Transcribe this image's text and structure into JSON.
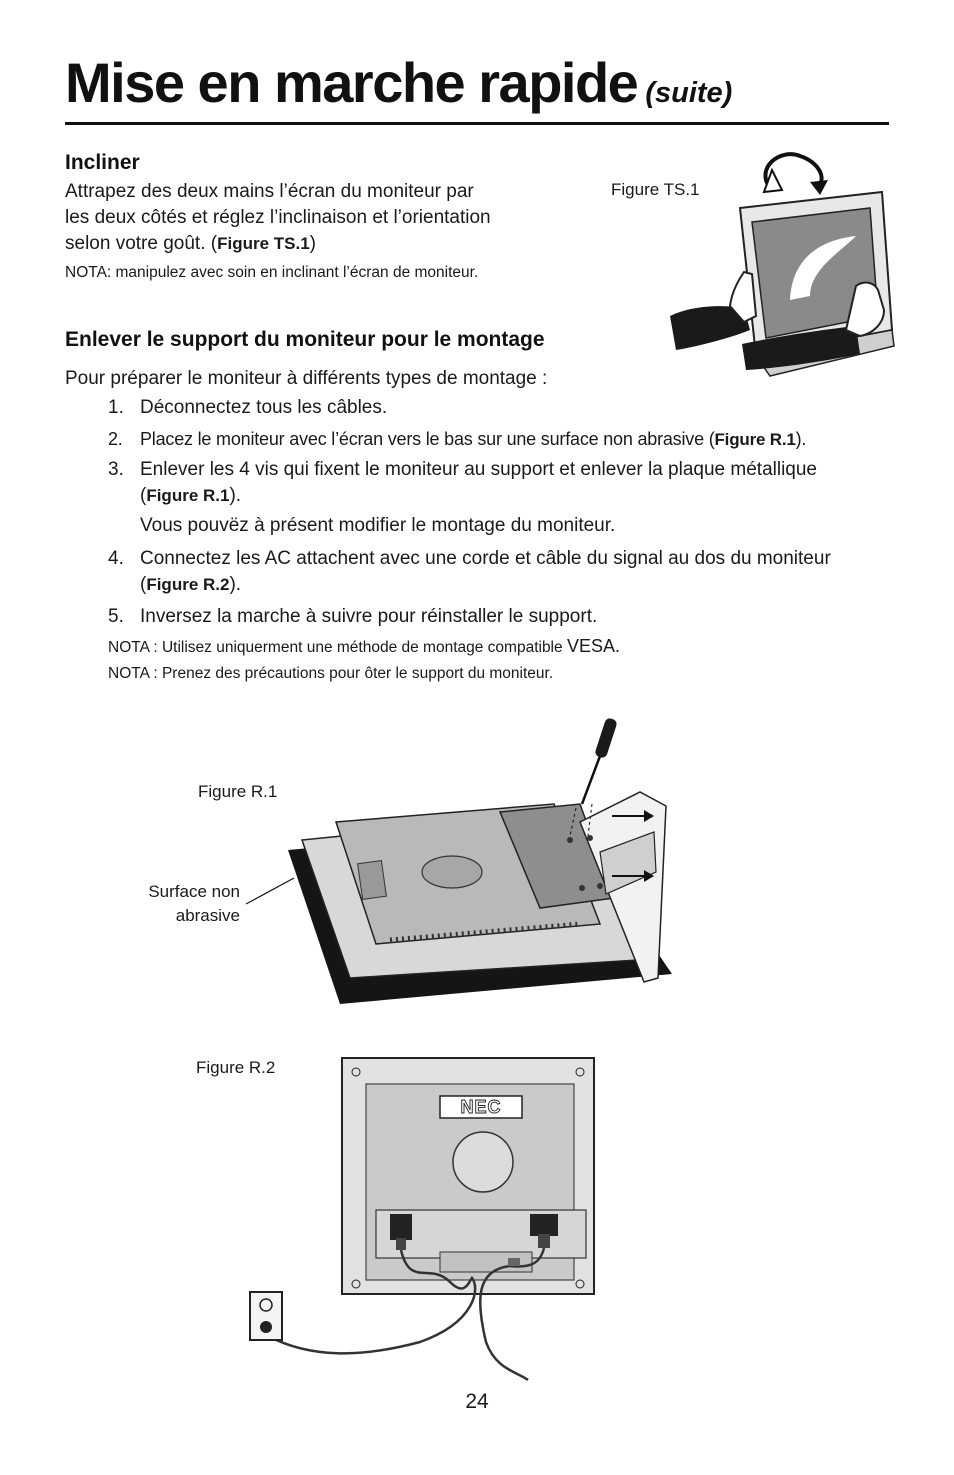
{
  "header": {
    "title": "Mise en marche rapide",
    "title_suffix": "(suite)"
  },
  "incliner": {
    "heading": "Incliner",
    "line1": "Attrapez des deux mains l’écran du moniteur par",
    "line2": "les deux côtés et réglez l’inclinaison et l’orientation",
    "line3_prefix": "selon votre goût. (",
    "line3_ref": "Figure TS.1",
    "line3_suffix": ")",
    "note": "NOTA: manipulez avec soin en inclinant l’écran de moniteur.",
    "figure_label": "Figure TS.1"
  },
  "support": {
    "heading": "Enlever le support du moniteur pour le montage",
    "intro": "Pour préparer le moniteur à différents types de montage :",
    "steps": [
      {
        "num": "1.",
        "text": "Déconnectez tous les câbles."
      },
      {
        "num": "2.",
        "text": "Placez le moniteur avec l’écran vers le bas sur une surface non abrasive (",
        "ref": "Figure R.1",
        "after": ")."
      },
      {
        "num": "3.",
        "text": "Enlever les 4 vis qui fixent le moniteur au support et enlever la plaque métallique",
        "line2_prefix": "(",
        "ref": "Figure R.1",
        "after": ").",
        "extra": "Vous pouvëz à présent modifier le montage du moniteur."
      },
      {
        "num": "4.",
        "text": "Connectez les AC attachent avec une corde et câble du signal au dos du moniteur",
        "line2_prefix": "(",
        "ref": "Figure R.2",
        "after": ")."
      },
      {
        "num": "5.",
        "text": "Inversez la marche à suivre pour réinstaller le support."
      }
    ],
    "note1_prefix": "NOTA : Utilisez uniquerment une méthode de montage compatible ",
    "note1_vesa": "VESA.",
    "note2": "NOTA : Prenez des précautions pour ôter le support du moniteur."
  },
  "figures": {
    "r1_label": "Figure R.1",
    "r1_callout_line1": "Surface non",
    "r1_callout_line2": "abrasive",
    "r2_label": "Figure R.2",
    "r2_logo": "NEC"
  },
  "footer": {
    "page_number": "24"
  }
}
